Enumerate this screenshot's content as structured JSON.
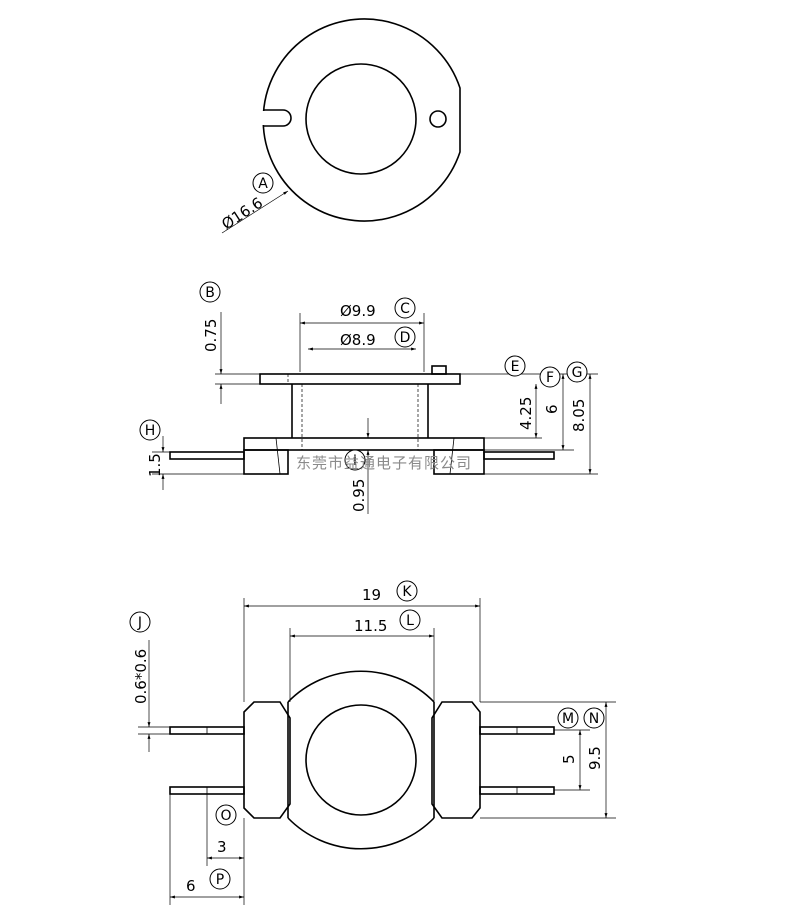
{
  "watermark": "东莞市益通电子有限公司",
  "top_view": {
    "diameter": {
      "label": "A",
      "value": "Ø16.6"
    }
  },
  "side_view": {
    "dims": [
      {
        "label": "B",
        "value": "0.75"
      },
      {
        "label": "C",
        "value": "Ø9.9"
      },
      {
        "label": "D",
        "value": "Ø8.9"
      },
      {
        "label": "E",
        "value": ""
      },
      {
        "label": "F",
        "value": "6"
      },
      {
        "label": "G",
        "value": "8.05"
      },
      {
        "label": "H",
        "value": "1.5"
      },
      {
        "label": "I",
        "value": "0.95"
      }
    ],
    "extra_value": "4.25"
  },
  "bottom_view": {
    "dims": [
      {
        "label": "J",
        "value": "0.6*0.6"
      },
      {
        "label": "K",
        "value": "19"
      },
      {
        "label": "L",
        "value": "11.5"
      },
      {
        "label": "M",
        "value": "5"
      },
      {
        "label": "N",
        "value": "9.5"
      },
      {
        "label": "O",
        "value": "3"
      },
      {
        "label": "P",
        "value": "6"
      }
    ]
  }
}
